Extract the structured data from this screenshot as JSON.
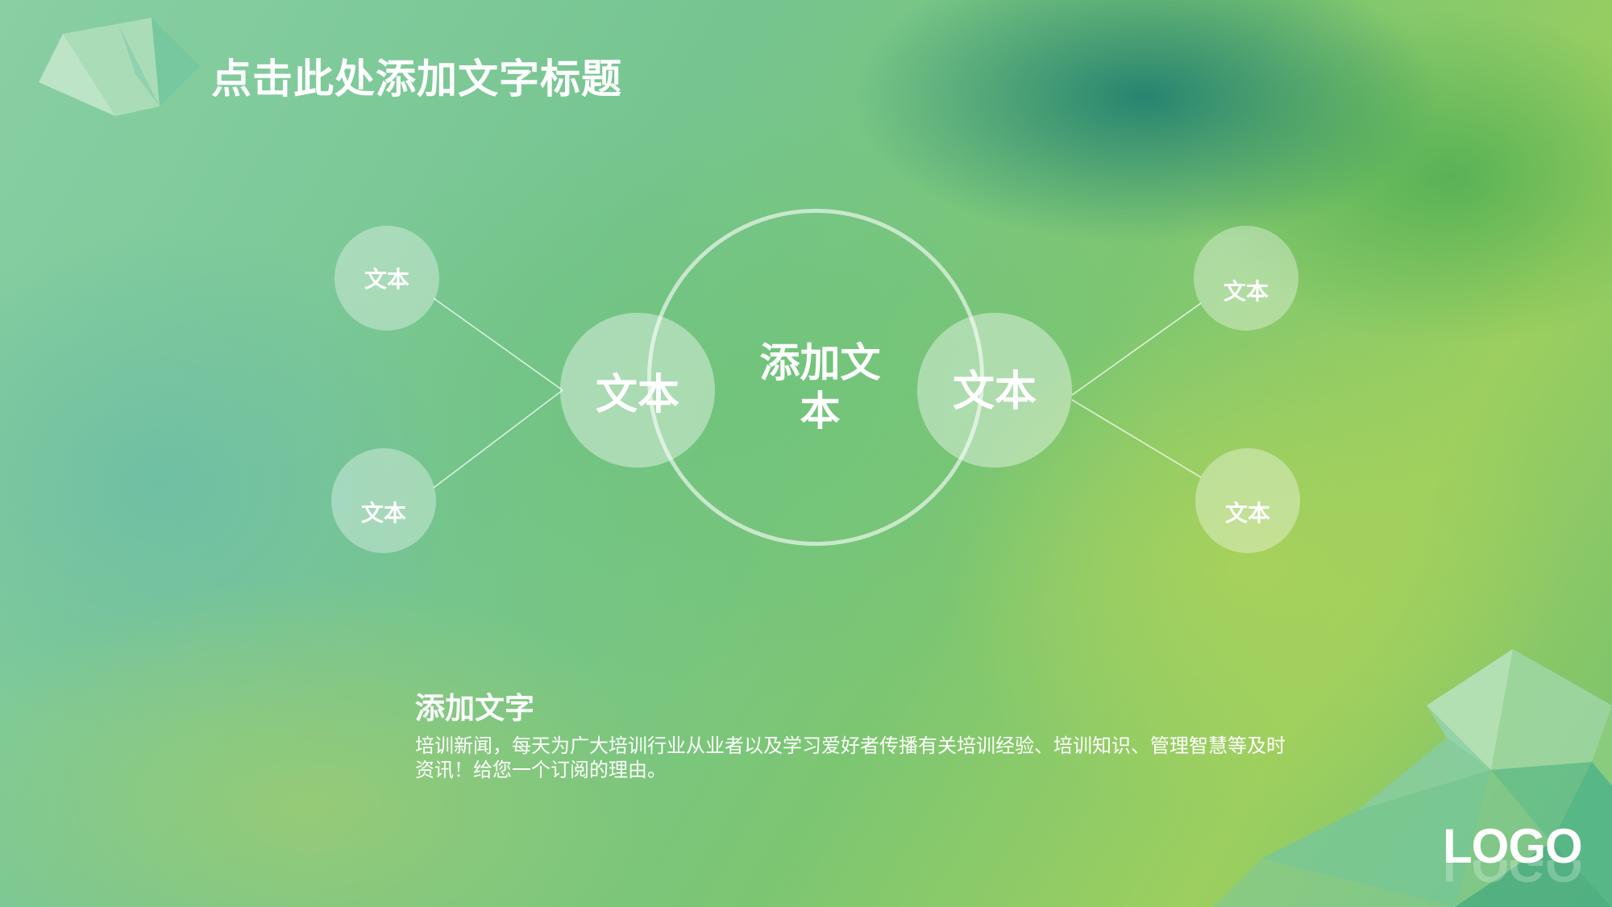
{
  "slide": {
    "title": "点击此处添加文字标题",
    "diagram": {
      "center_label": "添加文本",
      "left_mid_label": "文本",
      "right_mid_label": "文本",
      "top_left_label": "文本",
      "bottom_left_label": "文本",
      "top_right_label": "文本",
      "bottom_right_label": "文本"
    },
    "body": {
      "heading": "添加文字",
      "text": "培训新闻，每天为广大培训行业从业者以及学习爱好者传播有关培训经验、培训知识、管理智慧等及时资讯！给您一个订阅的理由。"
    },
    "logo": "LOGO"
  },
  "colors": {
    "text": "#ffffff",
    "background_green": "#7cc672",
    "background_teal": "#18786e",
    "background_lime": "#aad25a"
  },
  "icons": {
    "top_left": "polygon-crystal-decoration",
    "bottom_right": "polygon-crystal-decoration"
  }
}
